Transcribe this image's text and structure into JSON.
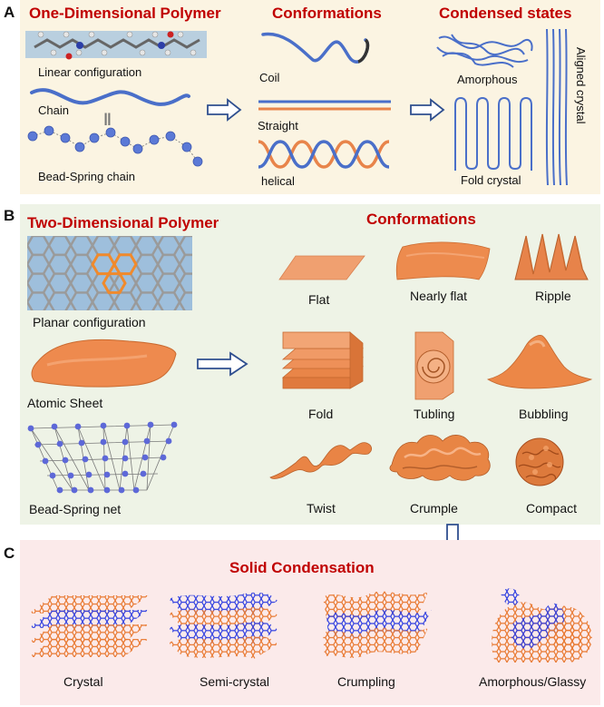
{
  "panel_a": {
    "label": "A",
    "title_left": "One-Dimensional Polymer",
    "title_mid": "Conformations",
    "title_right": "Condensed states",
    "items": {
      "linear": "Linear configuration",
      "chain": "Chain",
      "bead": "Bead-Spring chain",
      "coil": "Coil",
      "straight": "Straight",
      "helical": "helical",
      "amorphous": "Amorphous",
      "fold": "Fold crystal",
      "aligned": "Aligned crystal"
    }
  },
  "panel_b": {
    "label": "B",
    "title_left": "Two-Dimensional Polymer",
    "title_right": "Conformations",
    "items": {
      "planar": "Planar configuration",
      "sheet": "Atomic Sheet",
      "net": "Bead-Spring net",
      "flat": "Flat",
      "nearly_flat": "Nearly flat",
      "ripple": "Ripple",
      "fold": "Fold",
      "tubling": "Tubling",
      "bubbling": "Bubbling",
      "twist": "Twist",
      "crumple": "Crumple",
      "compact": "Compact"
    }
  },
  "panel_c": {
    "label": "C",
    "title": "Solid Condensation",
    "items": {
      "crystal": "Crystal",
      "semi": "Semi-crystal",
      "crumpling": "Crumpling",
      "amorphous": "Amorphous/Glassy"
    }
  },
  "colors": {
    "title_red": "#c00000",
    "polymer_blue": "#4a6fc9",
    "sheet_orange": "#e8844a",
    "arrow_blue": "#2f4f8f"
  }
}
